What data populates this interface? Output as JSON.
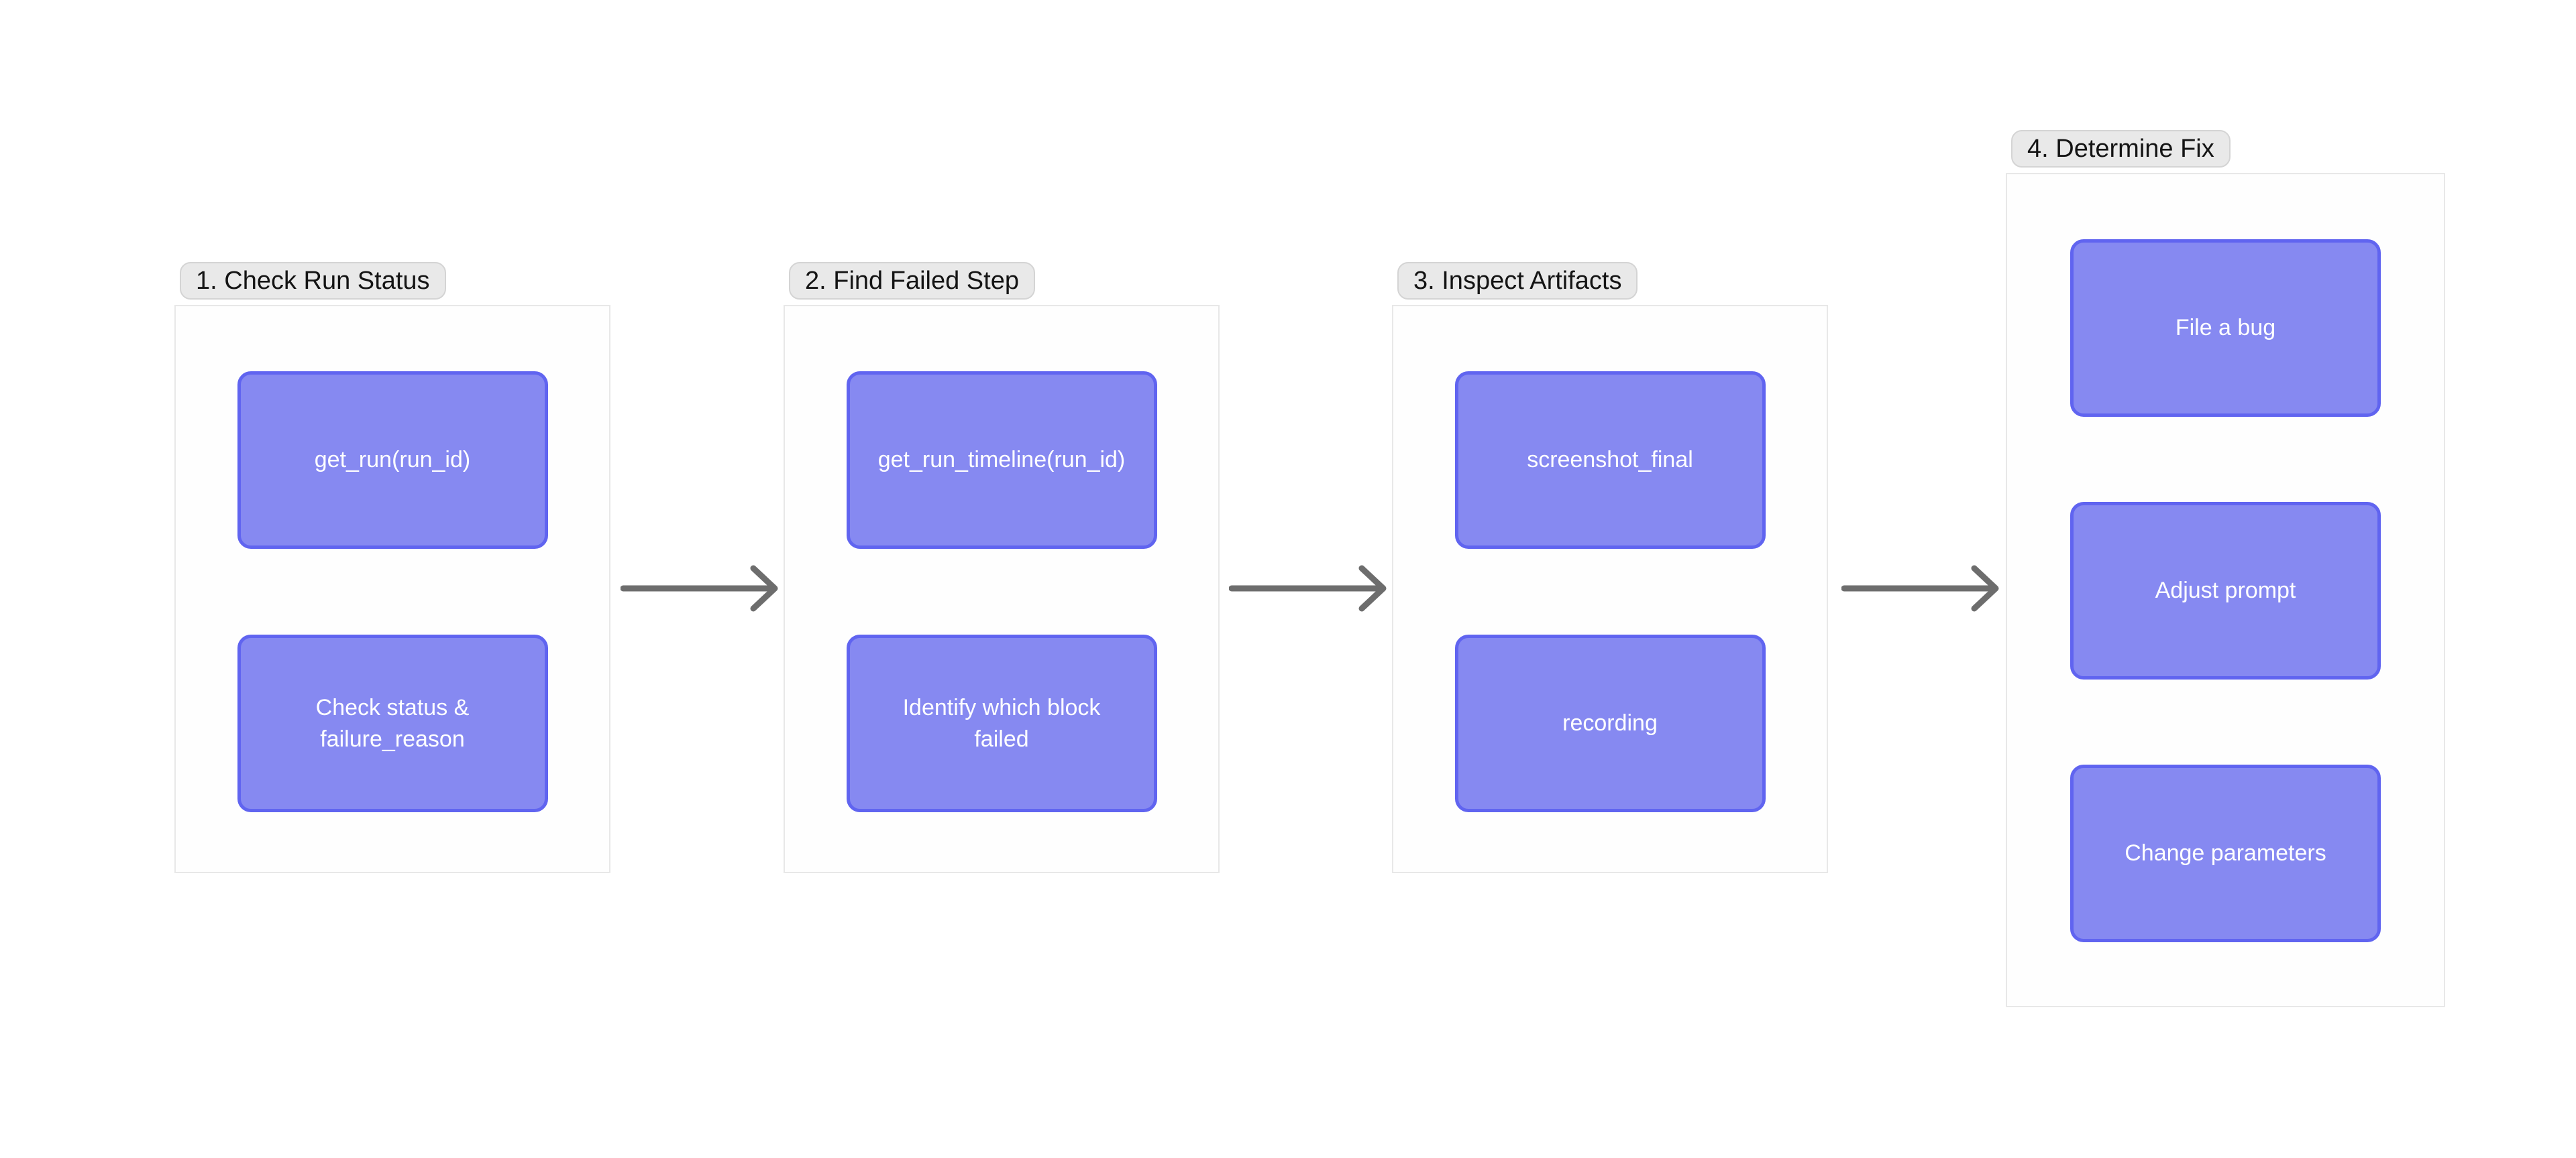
{
  "colors": {
    "canvas_bg": "#ffffff",
    "node_fill": "#8689f1",
    "node_border": "#6064f0",
    "node_text": "#ffffff",
    "group_label_bg": "#e9e9e9",
    "group_label_border": "#d4d4d4",
    "group_label_text": "#141414",
    "container_bg": "#fefefe",
    "container_border": "#e8e8e8",
    "arrow": "#6d6d6d"
  },
  "diagram": {
    "groups": [
      {
        "label": "1. Check Run Status",
        "nodes": [
          {
            "label": "get_run(run_id)"
          },
          {
            "label": "Check status &\nfailure_reason"
          }
        ]
      },
      {
        "label": "2. Find Failed Step",
        "nodes": [
          {
            "label": "get_run_timeline(run_id)"
          },
          {
            "label": "Identify which block\nfailed"
          }
        ]
      },
      {
        "label": "3. Inspect Artifacts",
        "nodes": [
          {
            "label": "screenshot_final"
          },
          {
            "label": "recording"
          }
        ]
      },
      {
        "label": "4. Determine Fix",
        "nodes": [
          {
            "label": "File a bug"
          },
          {
            "label": "Adjust prompt"
          },
          {
            "label": "Change parameters"
          }
        ]
      }
    ],
    "arrows": [
      {
        "name": "arrow-1-2"
      },
      {
        "name": "arrow-2-3"
      },
      {
        "name": "arrow-3-4"
      }
    ]
  }
}
